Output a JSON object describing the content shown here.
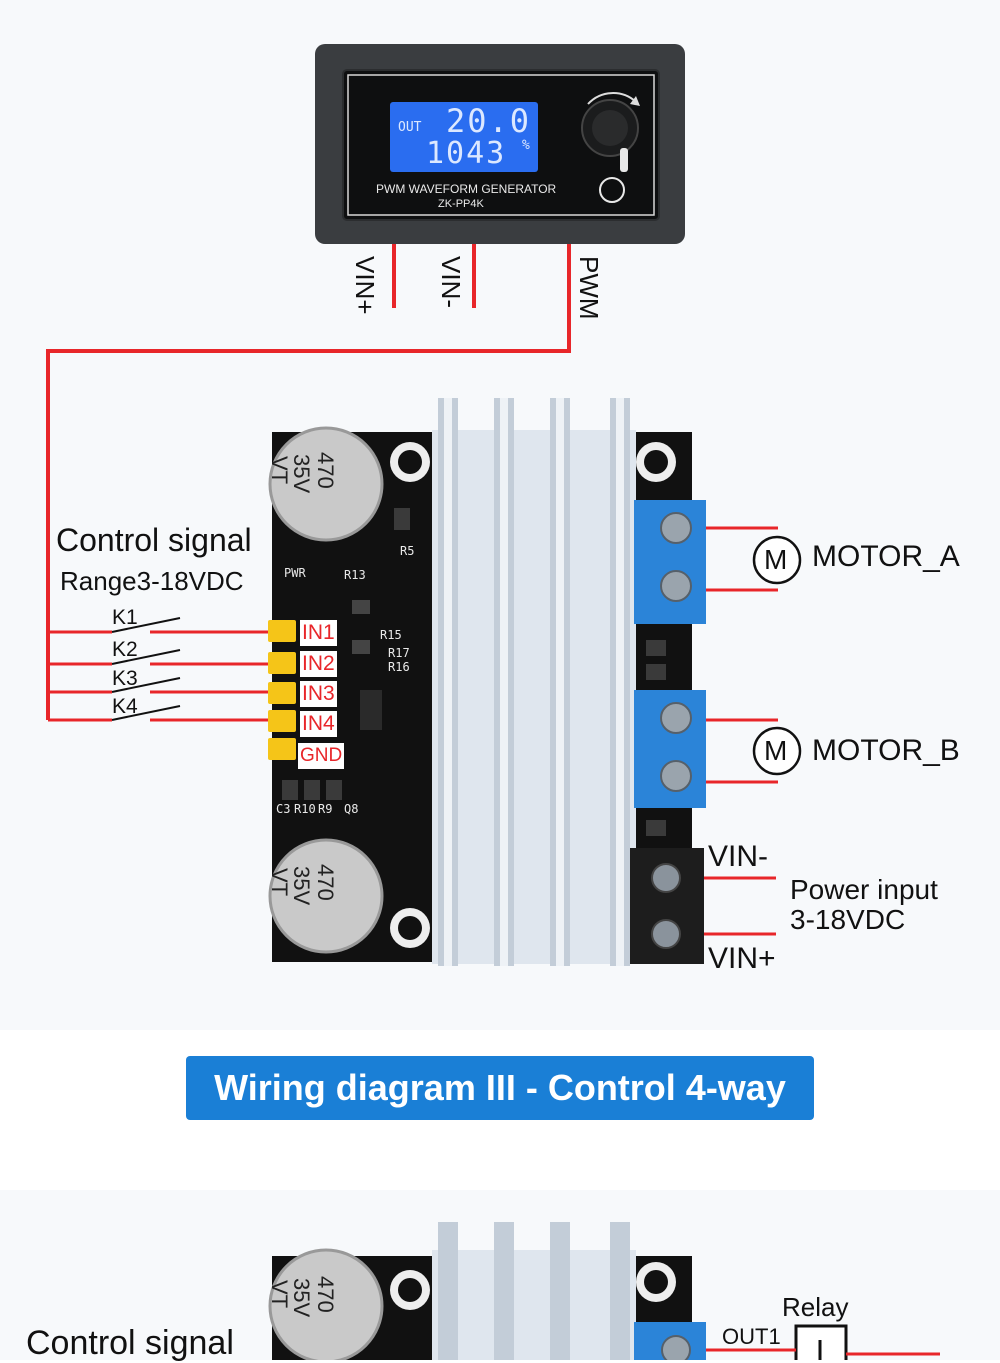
{
  "generator": {
    "lcd_top": "20.0",
    "lcd_bottom": "1043",
    "lcd_out": "OUT",
    "lcd_percent": "%",
    "title": "PWM WAVEFORM GENERATOR",
    "model": "ZK-PP4K",
    "pins": [
      "VIN+",
      "VIN-",
      "PWM"
    ]
  },
  "board": {
    "capacitor_top": [
      "470",
      "35V",
      "VT"
    ],
    "capacitor_bottom": [
      "470",
      "35V",
      "VT"
    ],
    "silkscreen": [
      "PWR",
      "R13",
      "R5",
      "R15",
      "R16",
      "R17",
      "C3",
      "R10",
      "R9",
      "Q8"
    ],
    "inputs": [
      "IN1",
      "IN2",
      "IN3",
      "IN4",
      "GND"
    ]
  },
  "control": {
    "title": "Control signal",
    "range": "Range3-18VDC",
    "switches": [
      "K1",
      "K2",
      "K3",
      "K4"
    ]
  },
  "motors": {
    "a_symbol": "M",
    "a_label": "MOTOR_A",
    "b_symbol": "M",
    "b_label": "MOTOR_B"
  },
  "power": {
    "vin_minus": "VIN-",
    "vin_plus": "VIN+",
    "title": "Power input",
    "range": "3-18VDC"
  },
  "banner": {
    "text": "Wiring diagram III - Control 4-way"
  },
  "bottom": {
    "control_title": "Control signal",
    "relay": "Relay",
    "out1": "OUT1",
    "capacitor": [
      "470",
      "35V",
      "VT"
    ]
  },
  "colors": {
    "wire": "#e8262a",
    "banner": "#1a7fd6",
    "pcb": "#111111",
    "terminal": "#2b84d8",
    "heatsink": "#dfe6ee",
    "header": "#f5c518",
    "lcd": "#2a6df0"
  }
}
